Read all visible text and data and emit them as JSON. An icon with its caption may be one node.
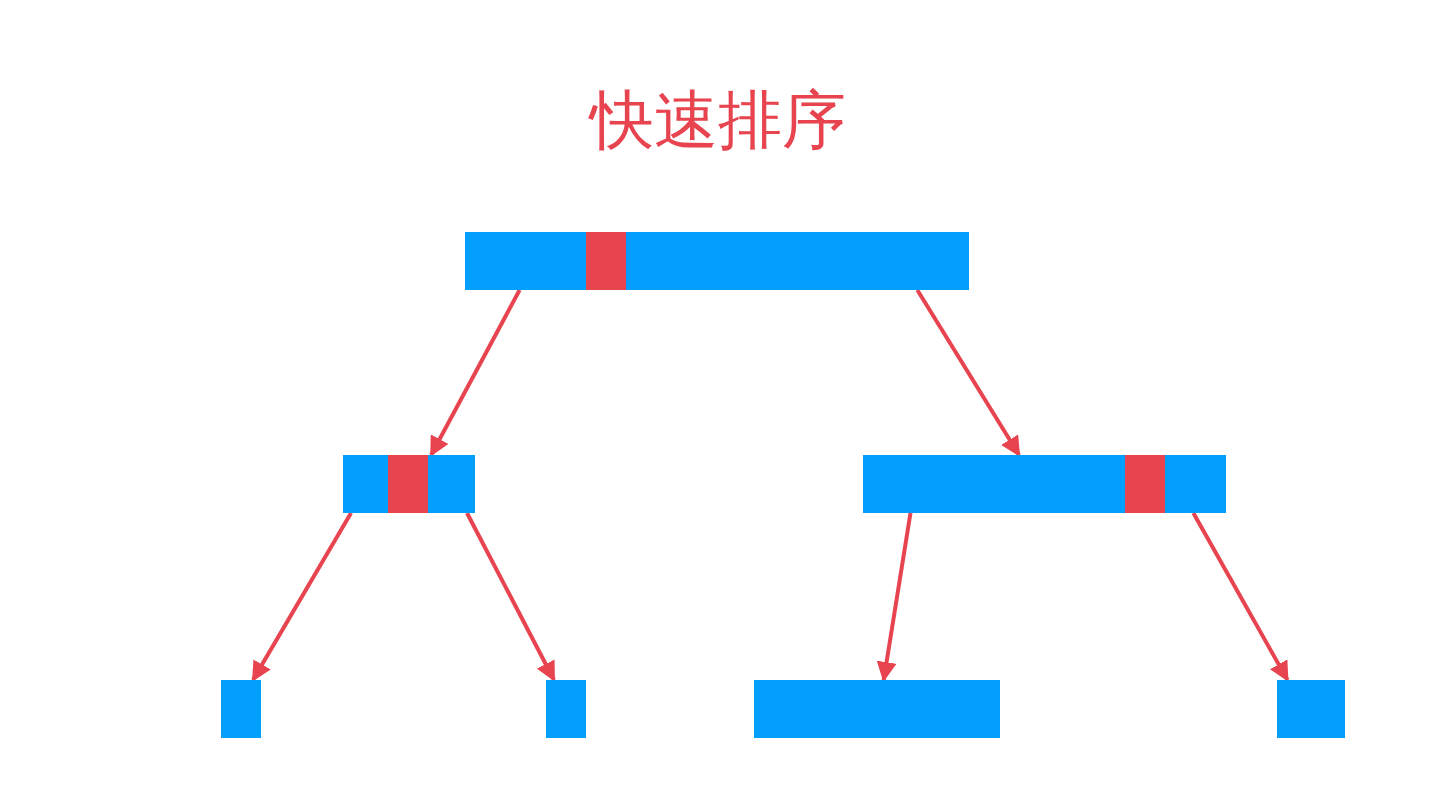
{
  "diagram": {
    "title": "快速排序",
    "nodes": [
      {
        "text": [],
        "shape": "bar"
      },
      {
        "text": [],
        "shape": "bar",
        "in": 0
      },
      {
        "text": [],
        "shape": "bar"
      },
      {
        "text": [],
        "shape": "bar",
        "in": 2
      },
      {
        "text": [],
        "shape": "bar"
      },
      {
        "text": [],
        "shape": "bar",
        "in": 4
      },
      {
        "text": [],
        "shape": "bar"
      },
      {
        "text": [],
        "shape": "bar"
      },
      {
        "text": [],
        "shape": "bar"
      },
      {
        "text": [],
        "shape": "bar"
      }
    ],
    "edges": [
      {
        "from": 0,
        "to": 2,
        "arrow": "to"
      },
      {
        "from": 0,
        "to": 4,
        "arrow": "to"
      },
      {
        "from": 2,
        "to": 6,
        "arrow": "to"
      },
      {
        "from": 2,
        "to": 7,
        "arrow": "to"
      },
      {
        "from": 4,
        "to": 8,
        "arrow": "to"
      },
      {
        "from": 4,
        "to": 9,
        "arrow": "to"
      }
    ]
  }
}
